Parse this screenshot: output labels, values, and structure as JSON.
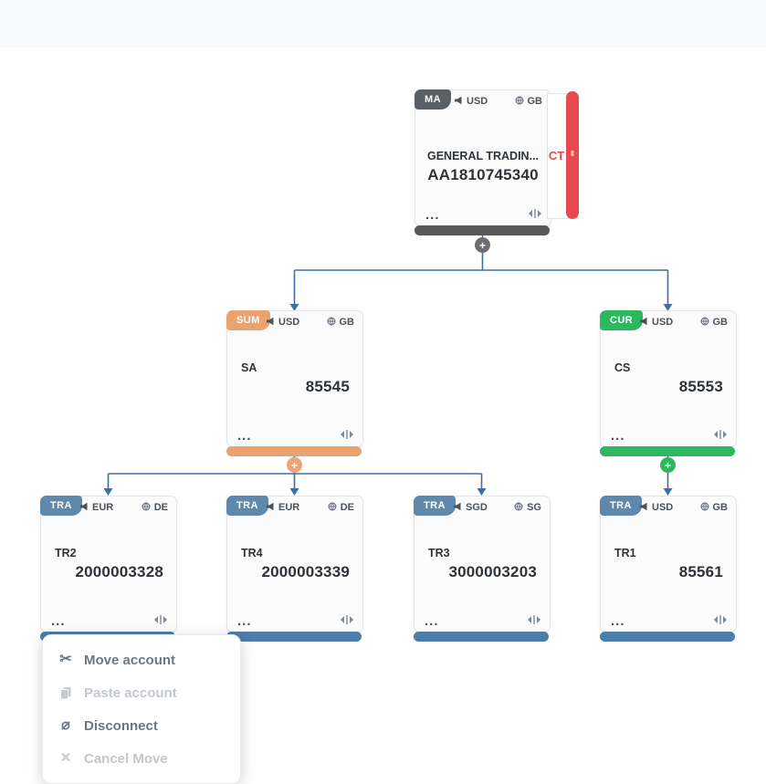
{
  "nodes": {
    "ma": {
      "badge": "MA",
      "currency": "USD",
      "country": "GB",
      "title": "GENERAL TRADIN...",
      "number": "AA1810745340",
      "side_tab": "CT"
    },
    "sa": {
      "badge": "SUM",
      "currency": "USD",
      "country": "GB",
      "title": "SA",
      "number": "85545"
    },
    "cs": {
      "badge": "CUR",
      "currency": "USD",
      "country": "GB",
      "title": "CS",
      "number": "85553"
    },
    "tr2": {
      "badge": "TRA",
      "currency": "EUR",
      "country": "DE",
      "title": "TR2",
      "number": "2000003328"
    },
    "tr4": {
      "badge": "TRA",
      "currency": "EUR",
      "country": "DE",
      "title": "TR4",
      "number": "2000003339"
    },
    "tr3": {
      "badge": "TRA",
      "currency": "SGD",
      "country": "SG",
      "title": "TR3",
      "number": "3000003203"
    },
    "tr1": {
      "badge": "TRA",
      "currency": "USD",
      "country": "GB",
      "title": "TR1",
      "number": "85561"
    }
  },
  "hierarchy": {
    "ma_children": [
      "sa",
      "cs"
    ],
    "sa_children": [
      "tr2",
      "tr4",
      "tr3"
    ],
    "cs_children": [
      "tr1"
    ]
  },
  "context_menu": {
    "items": [
      {
        "label": "Move account",
        "icon": "scissors-icon",
        "enabled": true
      },
      {
        "label": "Paste account",
        "icon": "paste-icon",
        "enabled": false
      },
      {
        "label": "Disconnect",
        "icon": "unlink-icon",
        "enabled": true
      },
      {
        "label": "Cancel Move",
        "icon": "close-icon",
        "enabled": false
      }
    ]
  },
  "icons": {
    "ellipsis": "...",
    "plus": "+",
    "scissors": "✂",
    "unlink": "⌀",
    "close": "×",
    "grip": "‖"
  },
  "colors": {
    "ma_badge": "#5a6065",
    "ma_bar": "#595959",
    "sum": "#eba26e",
    "cur": "#2cb85f",
    "tra_badge": "#5e88ac",
    "tra_bar": "#4d7dab",
    "connector_line": "#3a70a8",
    "side_tab_red": "#e84a50",
    "topbar_bg": "#f8f9fa"
  }
}
